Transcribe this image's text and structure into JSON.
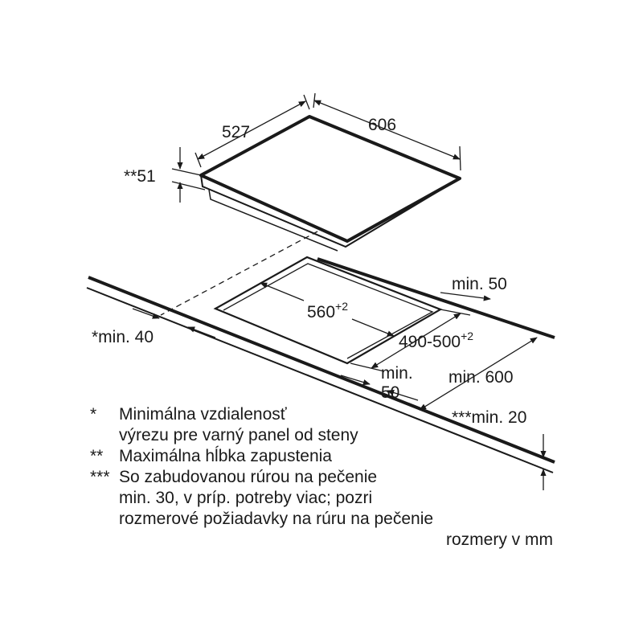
{
  "dimensions": {
    "depth": "527",
    "width": "606",
    "max_depth": "**51",
    "cutout_width": "560",
    "cutout_width_tol": "+2",
    "cutout_depth": "490-500",
    "cutout_depth_tol": "+2",
    "min_back": "min. 50",
    "min_wall": "*min. 40",
    "min_front_1": "min.",
    "min_front_2": "50",
    "min_side": "min. 600",
    "min_below": "***min. 20"
  },
  "notes": [
    {
      "mark": "*",
      "lines": [
        "Minimálna vzdialenosť",
        "výrezu pre varný panel od steny"
      ]
    },
    {
      "mark": "**",
      "lines": [
        "Maximálna hĺbka zapustenia"
      ]
    },
    {
      "mark": "***",
      "lines": [
        "So zabudovanou rúrou na pečenie",
        "min. 30, v príp. potreby viac; pozri",
        "rozmerové požiadavky na rúru na pečenie"
      ]
    }
  ],
  "units_note": "rozmery v mm"
}
